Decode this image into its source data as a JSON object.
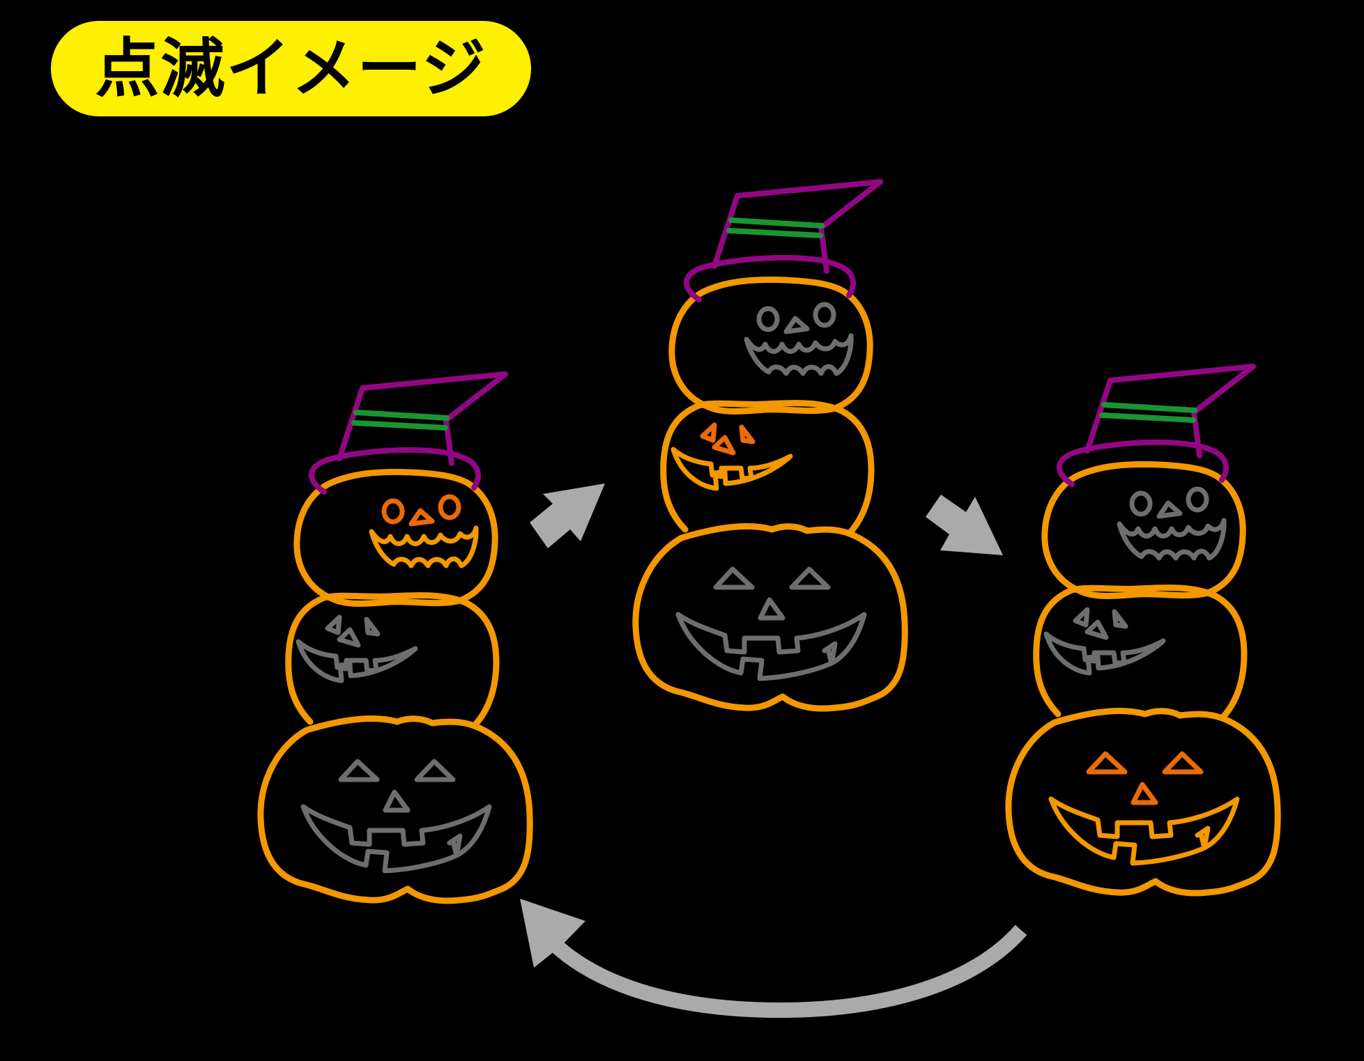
{
  "title": "点滅イメージ",
  "colors": {
    "banner_bg": "#ffef00",
    "banner_text": "#000000",
    "background": "#000000",
    "pumpkin_outline": "#f39800",
    "hat": "#920783",
    "hat_band": "#1b9532",
    "eyes_nose_lit": "#ea6b07",
    "mouth_lit": "#f39800",
    "unlit": "#6e6e6e",
    "arrow": "#aaaaab"
  },
  "sequence": [
    {
      "step": 1,
      "lit_face": "head",
      "head_lit": true,
      "middle_lit": false,
      "bottom_lit": false
    },
    {
      "step": 2,
      "lit_face": "middle",
      "head_lit": false,
      "middle_lit": true,
      "bottom_lit": false
    },
    {
      "step": 3,
      "lit_face": "bottom",
      "head_lit": false,
      "middle_lit": false,
      "bottom_lit": true
    }
  ],
  "arrows": [
    {
      "from": 1,
      "to": 2,
      "direction": "up-right"
    },
    {
      "from": 2,
      "to": 3,
      "direction": "down-right"
    },
    {
      "from": 3,
      "to": 1,
      "direction": "curved-back-left"
    }
  ]
}
